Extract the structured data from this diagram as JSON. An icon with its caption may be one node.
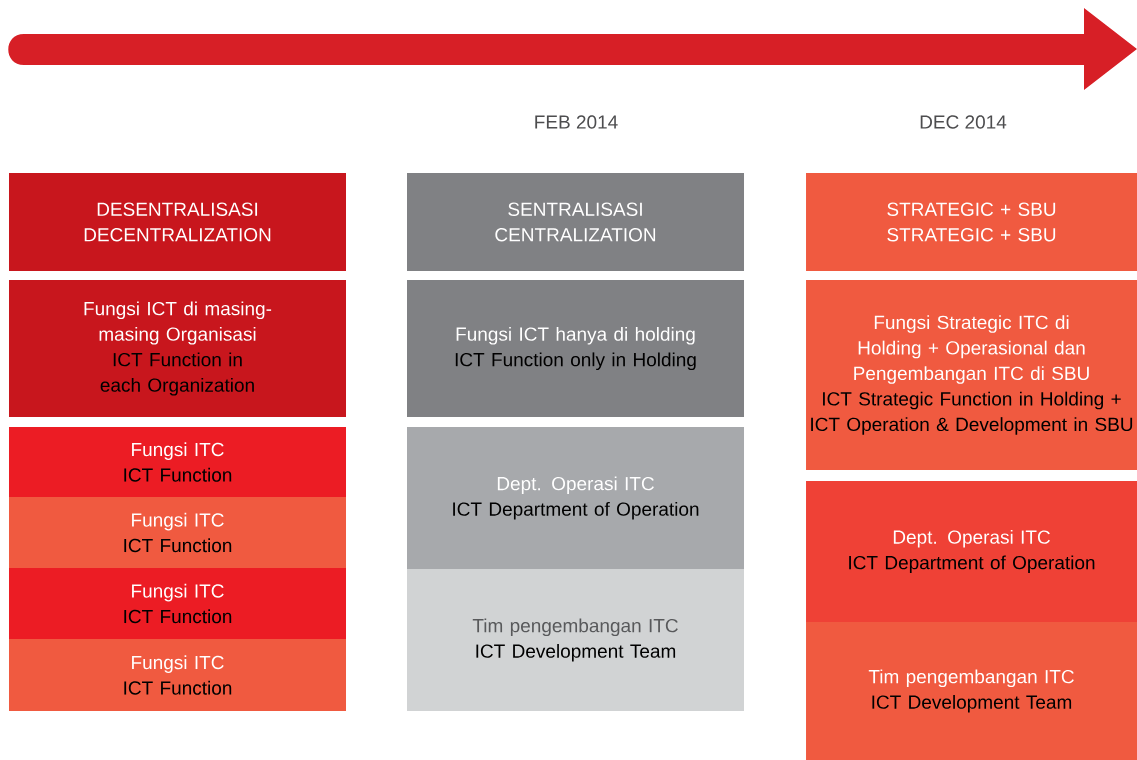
{
  "diagram": {
    "nodes": [
      {
        "text": [
          "DESENTRALISASI",
          "DECENTRALIZATION"
        ]
      },
      {
        "text": [
          "Fungsi ICT di masing-masing Organisasi",
          "ICT Function in each Organization"
        ]
      },
      {
        "text": [
          "Fungsi ITC",
          "ICT Function"
        ]
      },
      {
        "text": [
          "Fungsi ITC",
          "ICT Function"
        ]
      },
      {
        "text": [
          "Fungsi ITC",
          "ICT Function"
        ]
      },
      {
        "text": [
          "Fungsi ITC",
          "ICT Function"
        ]
      },
      {
        "text": [
          "SENTRALISASI",
          "CENTRALIZATION"
        ]
      },
      {
        "text": [
          "Fungsi ICT hanya di holding",
          "ICT Function only in Holding"
        ]
      },
      {
        "text": [
          "Dept. Operasi ITC",
          "ICT Department of Operation"
        ]
      },
      {
        "text": [
          "Tim pengembangan ITC",
          "ICT Development Team"
        ]
      },
      {
        "text": [
          "STRATEGIC + SBU",
          "STRATEGIC + SBU"
        ]
      },
      {
        "text": [
          "Fungsi Strategic ITC di Holding + Operasional dan Pengembangan ITC di SBU",
          "ICT Strategic Function in Holding + ICT Operation & Development in SBU"
        ]
      },
      {
        "text": [
          "Dept. Operasi ITC",
          "ICT Department of Operation"
        ]
      },
      {
        "text": [
          "Tim pengembangan ITC",
          "ICT Development Team"
        ]
      }
    ],
    "labels": [
      "FEB 2014",
      "DEC 2014"
    ]
  }
}
